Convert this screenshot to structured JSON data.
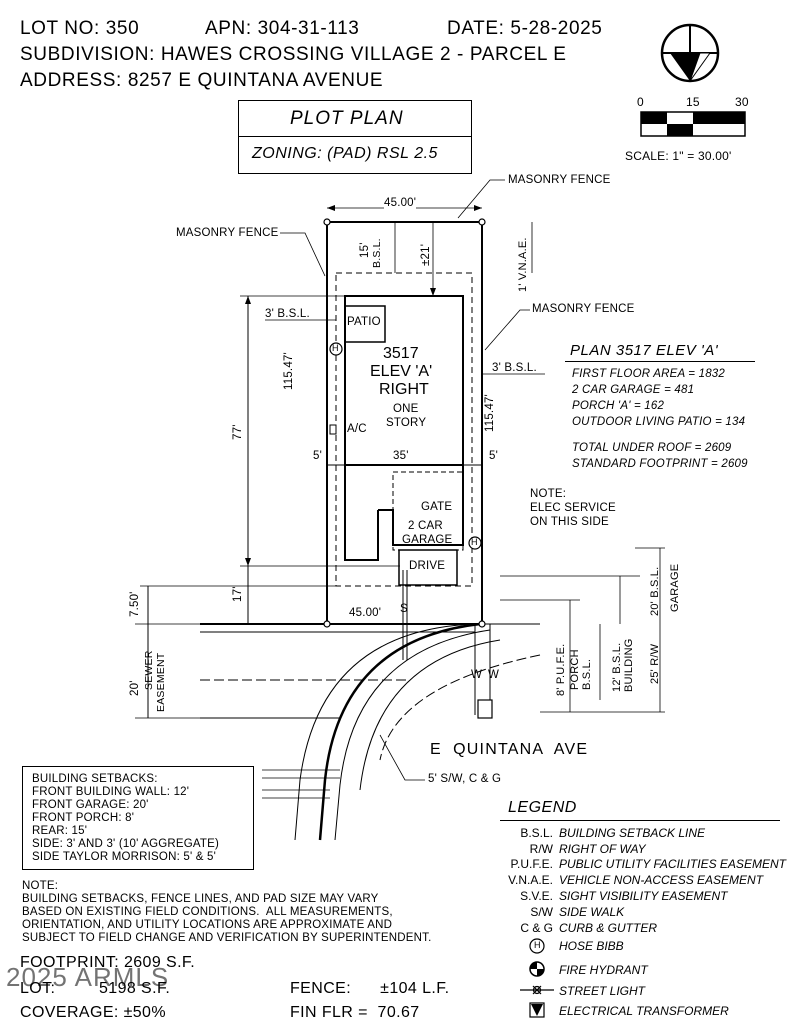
{
  "header": {
    "lot": "LOT NO: 350",
    "apn": "APN: 304-31-113",
    "date": "DATE: 5-28-2025",
    "subdivision": "SUBDIVISION: HAWES CROSSING VILLAGE 2 - PARCEL E",
    "address": "ADDRESS: 8257 E QUINTANA AVENUE"
  },
  "title": {
    "main": "PLOT PLAN",
    "zoning": "ZONING: (PAD) RSL 2.5"
  },
  "scale": {
    "ticks": [
      "0",
      "15",
      "30"
    ],
    "label": "SCALE: 1\" = 30.00'"
  },
  "plan": {
    "house_lines": [
      "3517",
      "ELEV 'A'",
      "RIGHT",
      "ONE",
      "STORY"
    ],
    "patio": "PATIO",
    "ac": "A/C",
    "gate": "GATE",
    "garage": [
      "2 CAR",
      "GARAGE"
    ],
    "drive": "DRIVE",
    "street": "E  QUINTANA  AVE",
    "hose_symbol": "H",
    "dim_top": "45.00'",
    "dim_bottom": "45.00'",
    "dim_left_side": "115.47'",
    "dim_right_side": "115.47'",
    "dim_77": "77'",
    "dim_17": "17'",
    "dim_750": "7.50'",
    "dim_20": "20'",
    "dim_35": "35'",
    "dim_5l": "5'",
    "dim_5r": "5'",
    "dim_21": "±21'",
    "dim_15": "15'",
    "bsl_small": "B.S.L.",
    "bsl_left": "3' B.S.L.",
    "bsl_right": "3' B.S.L.",
    "vnae": "1' V.N.A.E.",
    "sewer": [
      "SEWER",
      "EASEMENT"
    ],
    "pufe": "8' P.U.F.E.",
    "porch_bsl": [
      "PORCH",
      "B.S.L."
    ],
    "bldg_bsl": [
      "12' B.S.L.",
      "BUILDING"
    ],
    "garage_bsl": [
      "20' B.S.L.",
      "GARAGE"
    ],
    "rw": "25' R/W",
    "sw": "5' S/W, C & G",
    "fence_top": "MASONRY FENCE",
    "fence_left": "MASONRY FENCE",
    "fence_right": "MASONRY FENCE",
    "s_mark": "S",
    "w1": "W",
    "w2": "W"
  },
  "plan_info": {
    "title": "PLAN 3517 ELEV 'A'",
    "lines": [
      "FIRST FLOOR AREA = 1832",
      "2 CAR GARAGE = 481",
      "PORCH 'A' = 162",
      "OUTDOOR LIVING PATIO = 134"
    ],
    "totals": [
      "TOTAL UNDER ROOF = 2609",
      "STANDARD FOOTPRINT = 2609"
    ]
  },
  "elec_note": [
    "NOTE:",
    "ELEC SERVICE",
    "ON THIS SIDE"
  ],
  "setbacks": {
    "lines": [
      "BUILDING SETBACKS:",
      "FRONT BUILDING WALL: 12'",
      "FRONT GARAGE: 20'",
      "FRONT PORCH: 8'",
      "REAR: 15'",
      "SIDE: 3' AND 3' (10' AGGREGATE)",
      "SIDE TAYLOR MORRISON: 5' & 5'"
    ]
  },
  "note": {
    "lines": [
      "NOTE:",
      "BUILDING SETBACKS, FENCE LINES, AND PAD SIZE MAY VARY",
      "BASED ON EXISTING FIELD CONDITIONS.  ALL MEASUREMENTS,",
      "ORIENTATION, AND UTILITY LOCATIONS ARE APPROXIMATE AND",
      "SUBJECT TO FIELD CHANGE AND VERIFICATION BY SUPERINTENDENT."
    ]
  },
  "stats": {
    "footprint": "FOOTPRINT: 2609 S.F.",
    "lot": "LOT:         5198 S.F.",
    "fence": "FENCE:      ±104 L.F.",
    "coverage": "COVERAGE: ±50%",
    "fin_flr": "FIN FLR =  70.67",
    "watermark": "2025 ARMLS"
  },
  "legend": {
    "title": "LEGEND",
    "items": [
      {
        "abbr": "B.S.L.",
        "desc": "BUILDING SETBACK LINE"
      },
      {
        "abbr": "R/W",
        "desc": "RIGHT OF WAY"
      },
      {
        "abbr": "P.U.F.E.",
        "desc": "PUBLIC UTILITY FACILITIES EASEMENT"
      },
      {
        "abbr": "V.N.A.E.",
        "desc": "VEHICLE NON-ACCESS EASEMENT"
      },
      {
        "abbr": "S.V.E.",
        "desc": "SIGHT VISIBILITY EASEMENT"
      },
      {
        "abbr": "S/W",
        "desc": "SIDE WALK"
      },
      {
        "abbr": "C & G",
        "desc": "CURB & GUTTER"
      },
      {
        "abbr": "",
        "desc": "HOSE BIBB"
      },
      {
        "abbr": "",
        "desc": "FIRE HYDRANT"
      },
      {
        "abbr": "",
        "desc": "STREET LIGHT"
      },
      {
        "abbr": "",
        "desc": "ELECTRICAL TRANSFORMER"
      }
    ]
  }
}
